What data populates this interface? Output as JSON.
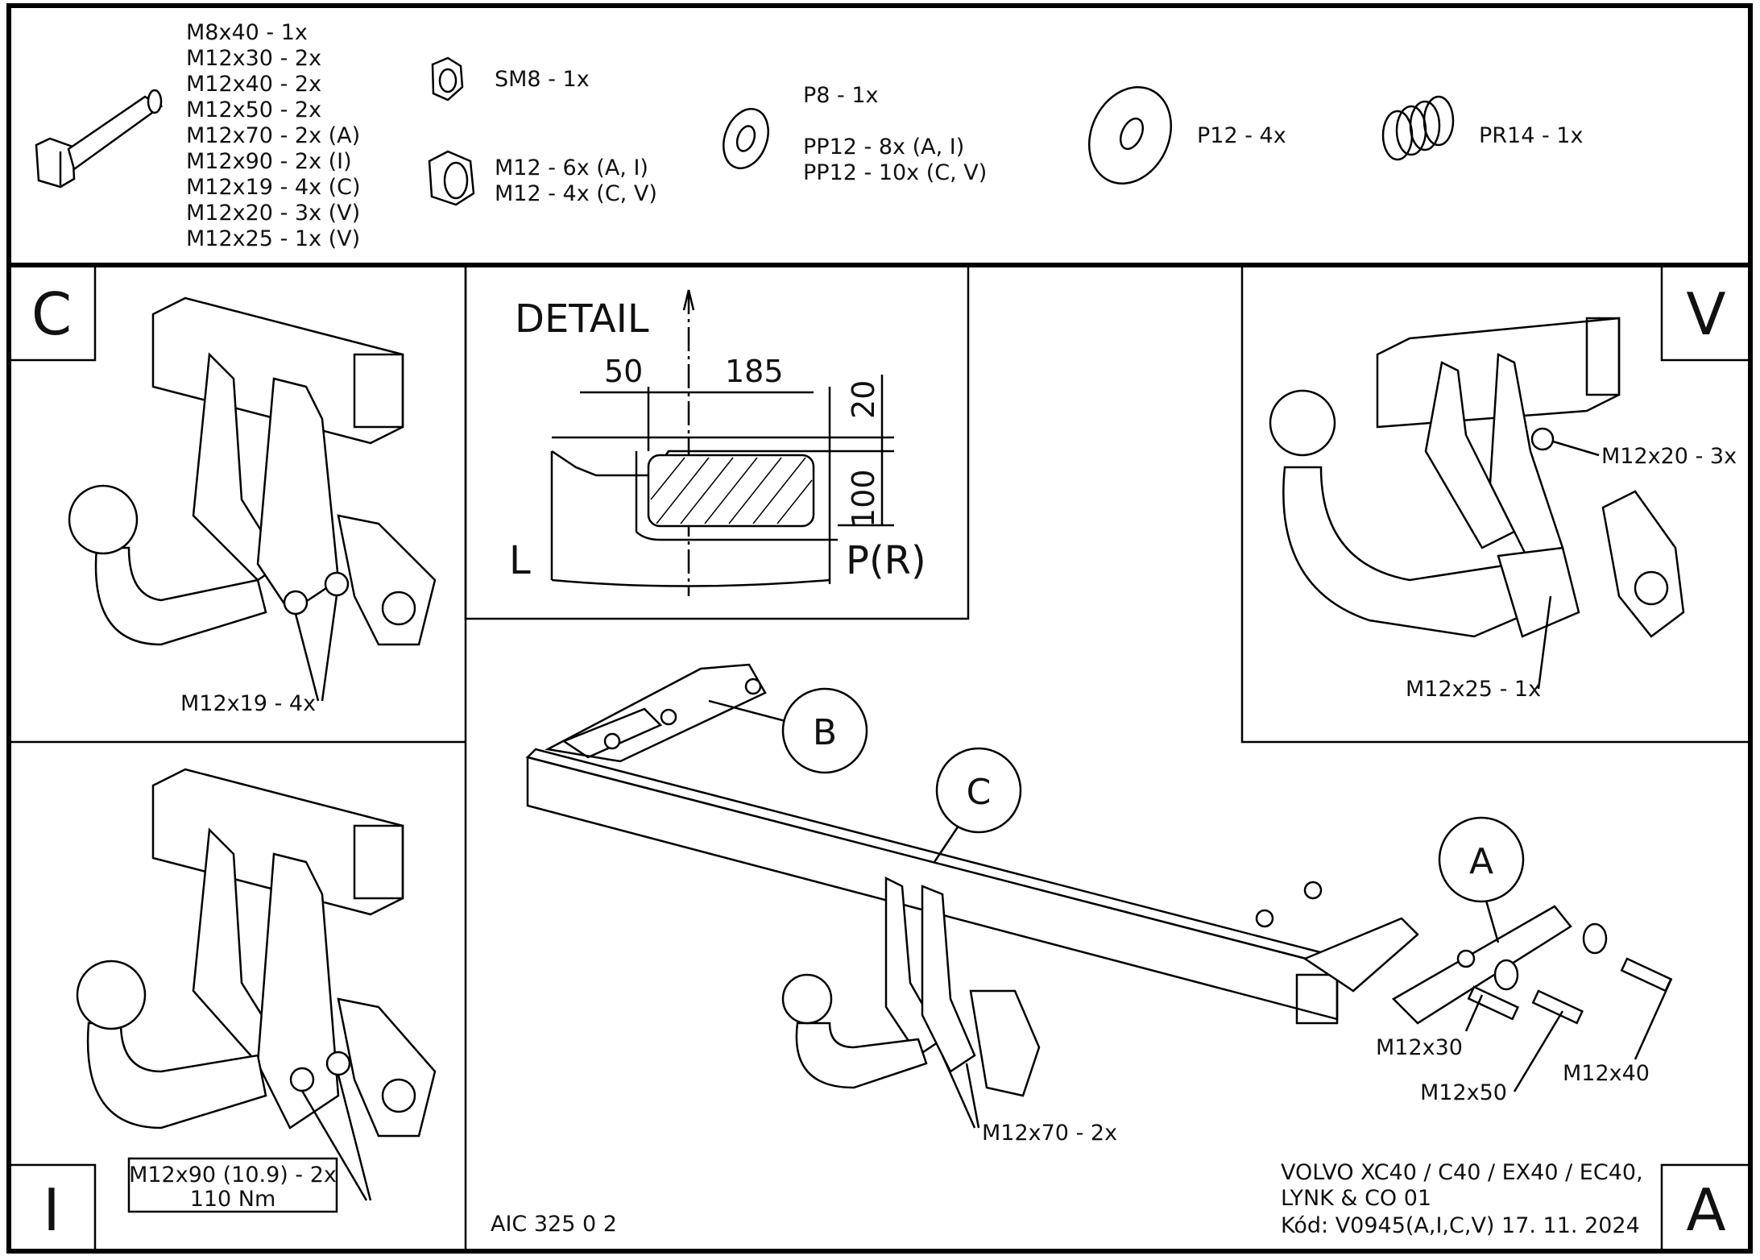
{
  "parts": {
    "bolts": [
      "M8x40 - 1x",
      "M12x30 - 2x",
      "M12x40 - 2x",
      "M12x50 - 2x",
      "M12x70 - 2x (A)",
      "M12x90 - 2x (I)",
      "M12x19 - 4x (C)",
      "M12x20 - 3x (V)",
      "M12x25 - 1x (V)"
    ],
    "sm8": "SM8 - 1x",
    "nuts": [
      "M12 - 6x (A, I)",
      "M12 - 4x (C, V)"
    ],
    "p8": "P8 - 1x",
    "pp12": [
      "PP12 - 8x (A, I)",
      "PP12 - 10x (C, V)"
    ],
    "p12": "P12 - 4x",
    "pr14": "PR14 - 1x"
  },
  "panels": {
    "c": {
      "letter": "C",
      "bolt_label": "M12x19 - 4x"
    },
    "i": {
      "letter": "I",
      "torque_lines": [
        "M12x90 (10.9) - 2x",
        "110 Nm"
      ]
    },
    "v": {
      "letter": "V",
      "labels": [
        "M12x20 - 3x",
        "M12x25 - 1x"
      ]
    },
    "a": {
      "letter": "A"
    }
  },
  "detail": {
    "title": "DETAIL",
    "dim_50": "50",
    "dim_185": "185",
    "dim_20": "20",
    "dim_100": "100",
    "left": "L",
    "right": "P(R)"
  },
  "main": {
    "callouts": [
      "B",
      "C",
      "A"
    ],
    "labels": {
      "m12x30": "M12x30",
      "m12x50": "M12x50",
      "m12x40": "M12x40",
      "m12x70": "M12x70 - 2x"
    }
  },
  "footer": {
    "drawing_no": "AIC 325 0 2",
    "vehicle_lines": [
      "VOLVO XC40 / C40 / EX40 / EC40,",
      "LYNK & CO 01",
      "Kód: V0945(A,I,C,V)  17. 11. 2024"
    ]
  }
}
